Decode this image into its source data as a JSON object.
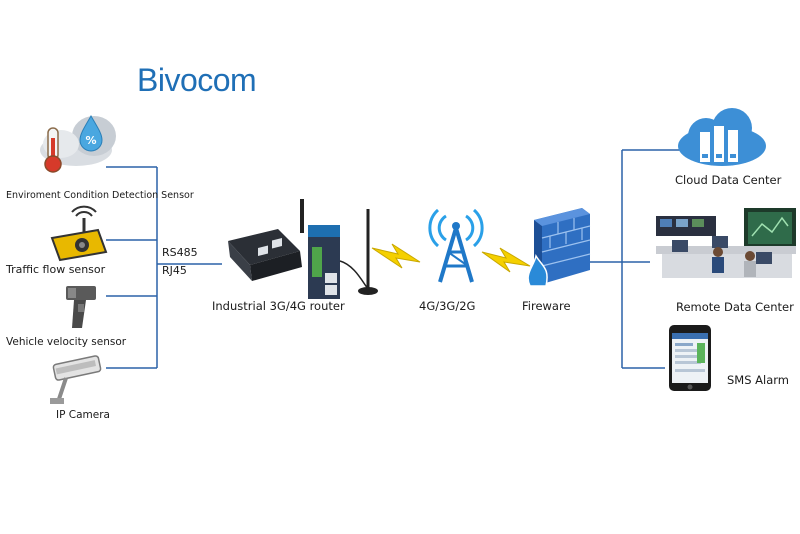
{
  "brand": {
    "logo_text": "Bivocom"
  },
  "sensors": [
    {
      "label": "Enviroment Condition Detection Sensor",
      "icon": "thermometer-cloud-icon"
    },
    {
      "label": "Traffic flow sensor",
      "icon": "traffic-sensor-icon"
    },
    {
      "label": "Vehicle velocity sensor",
      "icon": "speed-gun-icon"
    },
    {
      "label": "IP Camera",
      "icon": "camera-icon"
    }
  ],
  "interfaces": {
    "rs485": "RS485",
    "rj45": "RJ45"
  },
  "router": {
    "label": "Industrial 3G/4G router"
  },
  "network": {
    "label": "4G/3G/2G"
  },
  "firewall": {
    "label": "Fireware"
  },
  "destinations": [
    {
      "label": "Cloud Data Center",
      "icon": "cloud-server-icon"
    },
    {
      "label": "Remote Data Center",
      "icon": "control-room-icon"
    },
    {
      "label": "SMS Alarm",
      "icon": "phone-icon"
    }
  ],
  "colors": {
    "line": "#2b62a8",
    "brand": "#1f6fb6",
    "bolt": "#f5d000",
    "tower": "#1f78c8",
    "firewall": "#2f6fc2",
    "cloud": "#3d8fd6"
  }
}
